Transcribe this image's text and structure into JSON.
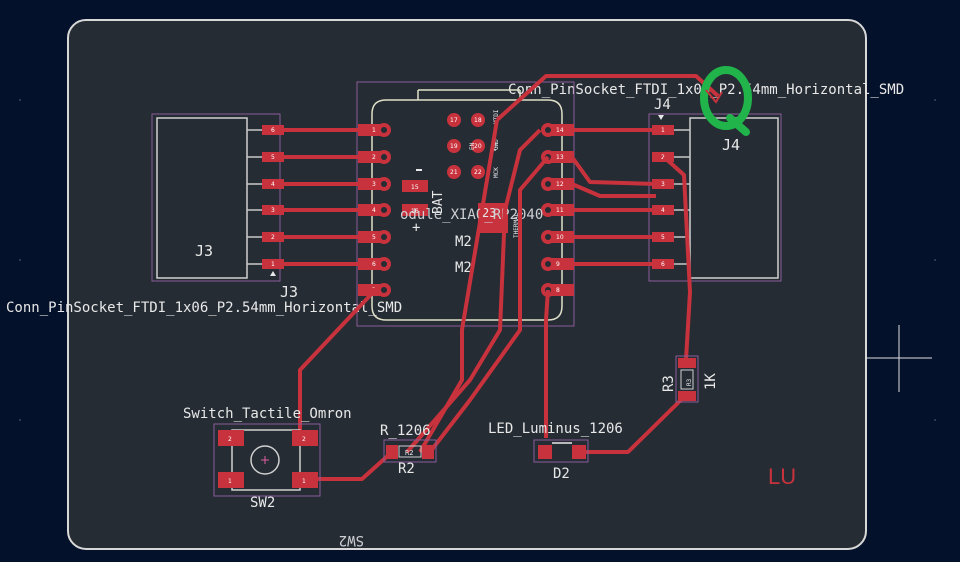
{
  "labels": {
    "j4_value": "Conn_PinSocket_FTDI_1x06_P2.54mm_Horizontal_SMD",
    "j3_value": "Conn_PinSocket_FTDI_1x06_P2.54mm_Horizontal_SMD",
    "j3_ref": "J3",
    "j3_fab": "J3",
    "j4_ref": "J4",
    "j4_fab": "J4",
    "mcu_value": "odule_XIAO_RP2040",
    "mcu_ref": "M2",
    "mcu_ref2": "M2",
    "bat": "BAT",
    "switch_value": "Switch_Tactile_Omron",
    "sw_ref": "SW2",
    "sw_back": "SW2",
    "r_value": "R_1206",
    "r2_ref": "R2",
    "r2_fab": "R2",
    "led_value": "LED_Luminus_1206",
    "d2_ref": "D2",
    "r3_ref": "R3",
    "r3_value": "1K",
    "r3_fab": "R3",
    "logo": "LU",
    "thermal": "THERMAL",
    "pad23": "23",
    "pad15": "15",
    "pad16": "16"
  },
  "mcu_left_pins": [
    "1",
    "2",
    "3",
    "4",
    "5",
    "6",
    "7"
  ],
  "mcu_right_pins": [
    "14",
    "13",
    "12",
    "11",
    "10",
    "9",
    "8"
  ],
  "mcu_bottom_pads": [
    "17",
    "18",
    "19",
    "20",
    "21",
    "22"
  ],
  "mcu_bottom_pad_labels": [
    "MTDI",
    "VDD",
    "EN",
    "GND",
    "MCK"
  ],
  "j3_pins": [
    "6",
    "5",
    "4",
    "3",
    "2",
    "1"
  ],
  "j4_pins": [
    "1",
    "2",
    "3",
    "4",
    "5",
    "6"
  ],
  "sw_pins": [
    "2",
    "2",
    "1",
    "1"
  ],
  "colors": {
    "background": "#04112a",
    "board": "#252c34",
    "outline": "#d8d8d8",
    "copper": "#c8323c",
    "silk": "#e8e8e8",
    "courtyard": "#8a5c98",
    "annotation": "#20b44a"
  }
}
